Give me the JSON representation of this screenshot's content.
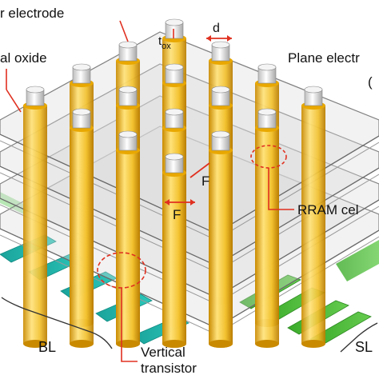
{
  "labels": {
    "pillar_electrode": "r electrode",
    "dimension_d": "d",
    "tox_main": "t",
    "tox_sub": "ox",
    "vertical_oxide": "al oxide",
    "plane_electrode": "Plane electr",
    "plane_electrode_suffix": "(",
    "rram_cell": "RRAM cel",
    "feature_f_right": "F",
    "feature_f_bottom": "F",
    "bl": "BL",
    "sl": "SL",
    "vertical_transistor_line1": "Vertical",
    "vertical_transistor_line2": "transistor"
  },
  "colors": {
    "pillar_gold": "#f2c12e",
    "oxide_gold": "#e9a800",
    "plane_gray": "#d9d9d9",
    "plane_edge": "#7f7f7f",
    "bl_strip": "#20b2a8",
    "sl_strip": "#4dbd3a",
    "annotation_red": "#e03020",
    "cap_white": "#ffffff"
  }
}
